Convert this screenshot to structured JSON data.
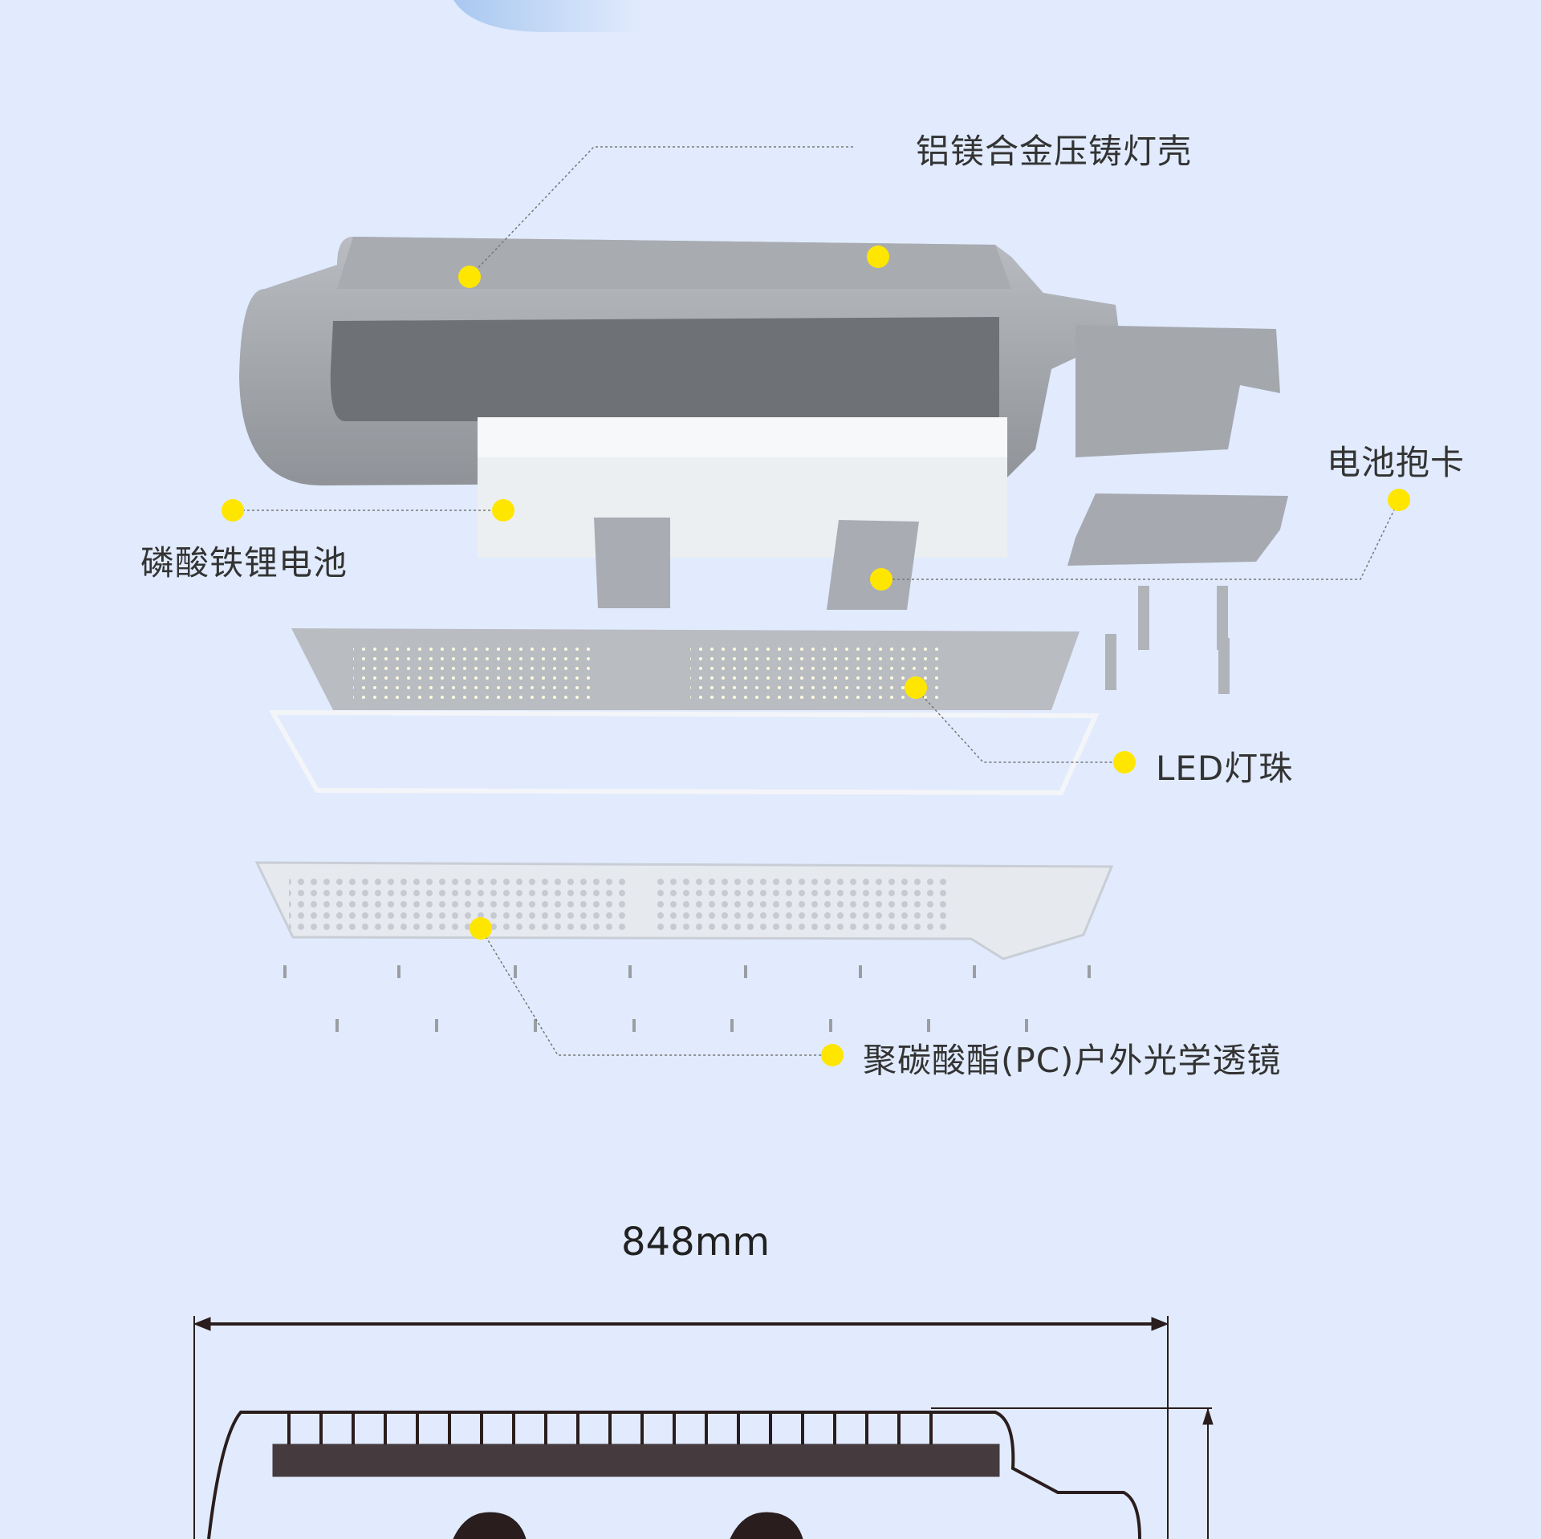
{
  "labels": {
    "housing": "铝镁合金压铸灯壳",
    "battery_clip": "电池抱卡",
    "battery": "磷酸铁锂电池",
    "led": "LED灯珠",
    "lens": "聚碳酸酯(PC)户外光学透镜"
  },
  "dimension": {
    "width": "848mm"
  },
  "colors": {
    "background": "#e1ebfd",
    "marker": "#ffe600",
    "text": "#333333"
  }
}
